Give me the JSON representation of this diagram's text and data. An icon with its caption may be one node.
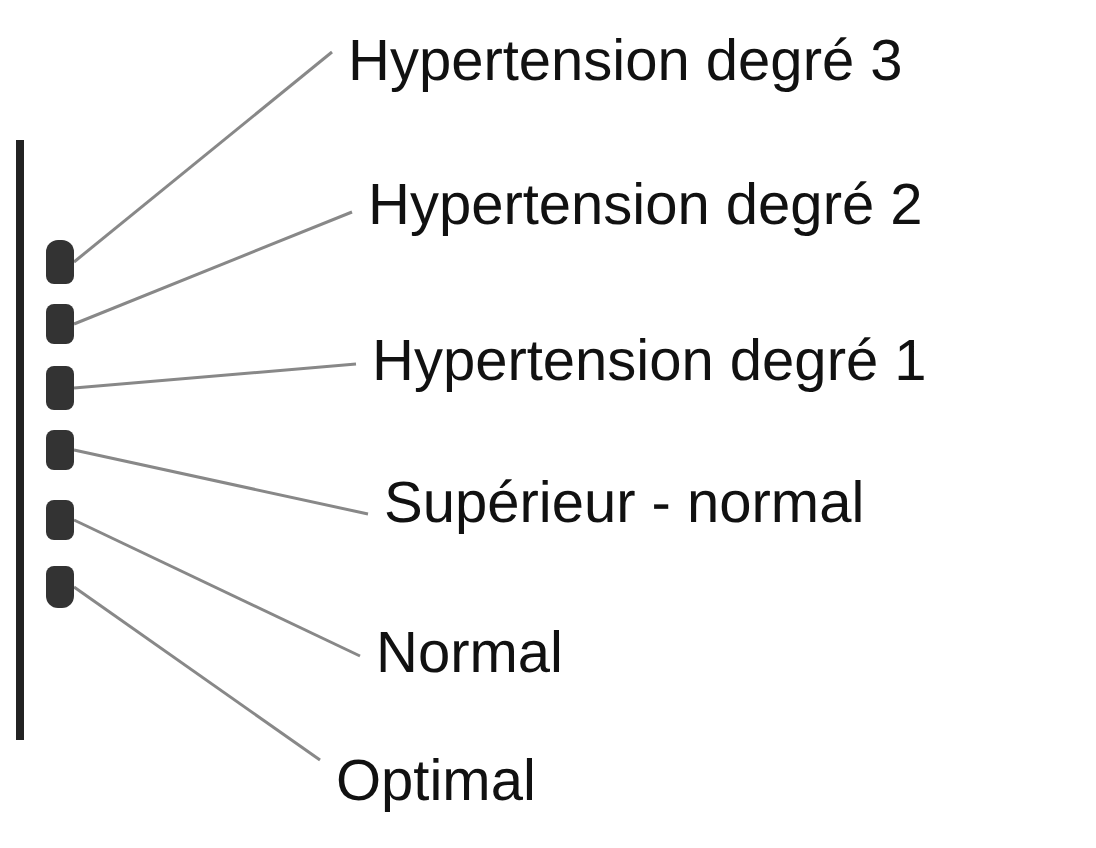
{
  "diagram": {
    "nodes": [
      {
        "text": [
          "Hypertension degré 3"
        ]
      },
      {
        "text": [
          "Hypertension degré 2"
        ]
      },
      {
        "text": [
          "Hypertension degré 1"
        ]
      },
      {
        "text": [
          "Supérieur - normal"
        ]
      },
      {
        "text": [
          "Normal"
        ]
      },
      {
        "text": [
          "Optimal"
        ]
      },
      {
        "text": [],
        "shape": "bar"
      },
      {
        "text": [],
        "shape": "bar"
      },
      {
        "text": [],
        "shape": "bar"
      },
      {
        "text": [],
        "shape": "bar"
      },
      {
        "text": [],
        "shape": "bar"
      },
      {
        "text": [],
        "shape": "bar"
      }
    ],
    "edges": [
      {
        "from": 0,
        "to": 6,
        "arrow": "none"
      },
      {
        "from": 1,
        "to": 7,
        "arrow": "none"
      },
      {
        "from": 2,
        "to": 8,
        "arrow": "none"
      },
      {
        "from": 3,
        "to": 9,
        "arrow": "none"
      },
      {
        "from": 4,
        "to": 10,
        "arrow": "none"
      },
      {
        "from": 5,
        "to": 11,
        "arrow": "none"
      }
    ]
  }
}
